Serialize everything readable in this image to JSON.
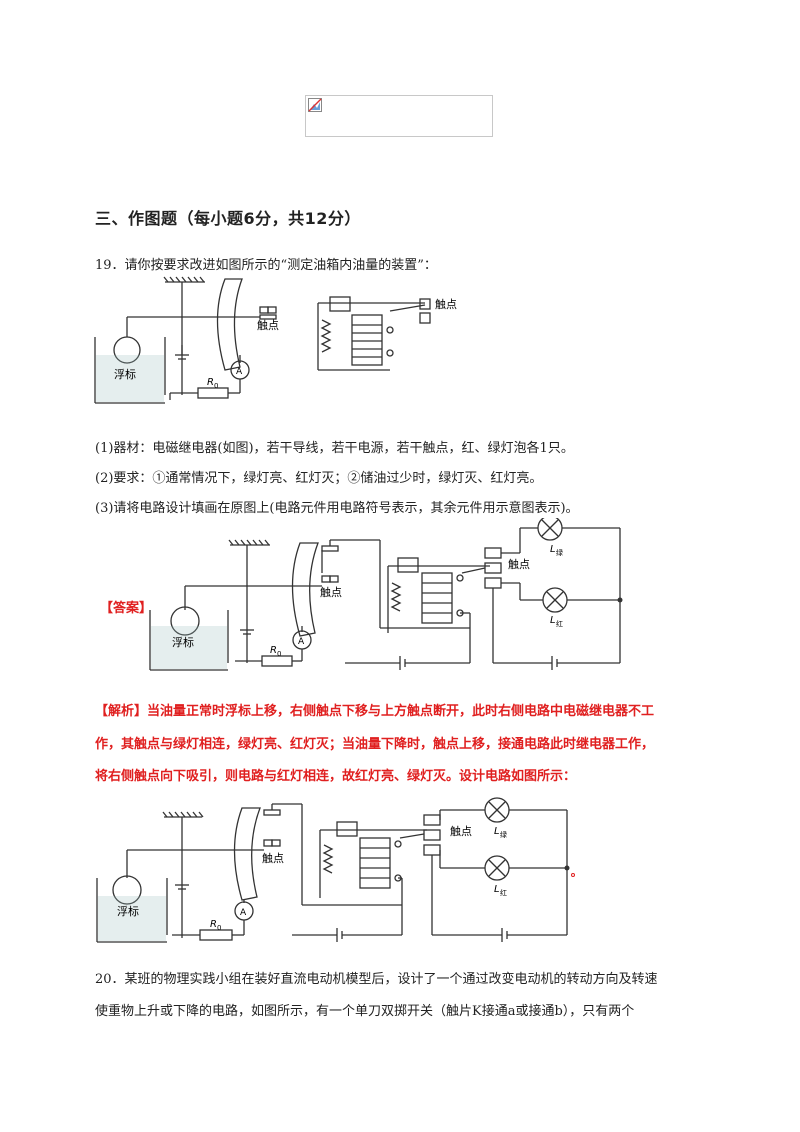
{
  "section": {
    "title": "三、作图题（每小题6分，共12分）"
  },
  "q19": {
    "stem": "19．请你按要求改进如图所示的“测定油箱内油量的装置”：",
    "items": [
      "(1)器材：电磁继电器(如图)，若干导线，若干电源，若干触点，红、绿灯泡各1只。",
      "(2)要求：①通常情况下，绿灯亮、红灯灭；②储油过少时，绿灯灭、红灯亮。",
      "(3)请将电路设计填画在原图上(电路元件用电路符号表示，其余元件用示意图表示)。"
    ],
    "figure_labels": {
      "float": "浮标",
      "contact": "触点",
      "ammeter": "A",
      "resistor": "R",
      "resistor_sub": "0"
    }
  },
  "answer": {
    "tag": "【答案】",
    "figure_labels": {
      "float": "浮标",
      "contact": "触点",
      "contact2": "触点",
      "ammeter": "A",
      "resistor": "R",
      "resistor_sub": "0",
      "lamp_green": "L",
      "lamp_green_sub": "绿",
      "lamp_red": "L",
      "lamp_red_sub": "红"
    }
  },
  "explanation": {
    "tag": "【解析】",
    "lines": [
      "当油量正常时浮标上移，右侧触点下移与上方触点断开，此时右侧电路中电磁继电器不工",
      "作，其触点与绿灯相连，绿灯亮、红灯灭；当油量下降时，触点上移，接通电路此时继电器工作，",
      "将右侧触点向下吸引，则电路与红灯相连，故红灯亮、绿灯灭。设计电路如图所示："
    ],
    "figure_labels": {
      "float": "浮标",
      "contact": "触点",
      "contact2": "触点",
      "ammeter": "A",
      "resistor": "R",
      "resistor_sub": "0",
      "lamp_green": "L",
      "lamp_green_sub": "绿",
      "lamp_red": "L",
      "lamp_red_sub": "红"
    }
  },
  "q20": {
    "lines": [
      "20．某班的物理实践小组在装好直流电动机模型后，设计了一个通过改变电动机的转动方向及转速",
      "使重物上升或下降的电路，如图所示，有一个单刀双掷开关（触片K接通a或接通b），只有两个"
    ]
  }
}
